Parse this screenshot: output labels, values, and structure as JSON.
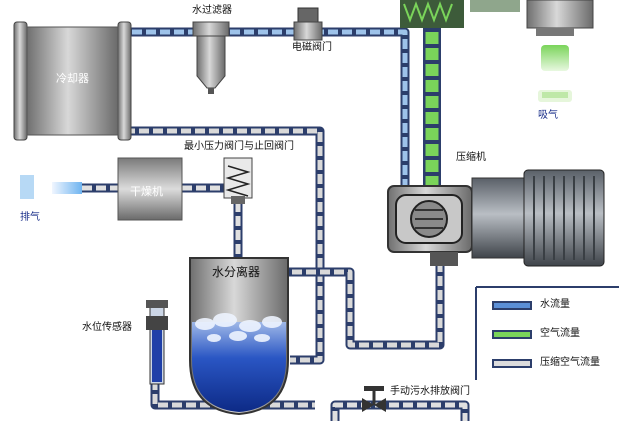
{
  "labels": {
    "water_filter": "水过滤器",
    "solenoid_valve": "电磁阀门",
    "cooler": "冷却器",
    "min_pressure_check_valve": "最小压力阀门与止回阀门",
    "dryer": "干燥机",
    "exhaust": "排气",
    "intake": "吸气",
    "compressor": "压缩机",
    "water_separator": "水分离器",
    "water_level_sensor": "水位传感器",
    "manual_drain_valve": "手动污水排放阀门"
  },
  "legend": [
    {
      "label": "水流量",
      "color": "#5b8fd6"
    },
    {
      "label": "空气流量",
      "color": "#7ad45a"
    },
    {
      "label": "压缩空气流量",
      "color": "#d9d9d9"
    }
  ],
  "colors": {
    "pipe_outline": "#2c3e6b",
    "water": "#5b8fd6",
    "air": "#7ad45a",
    "compressed_air": "#dcdcdc",
    "tank_water": "#1f3fa8"
  }
}
